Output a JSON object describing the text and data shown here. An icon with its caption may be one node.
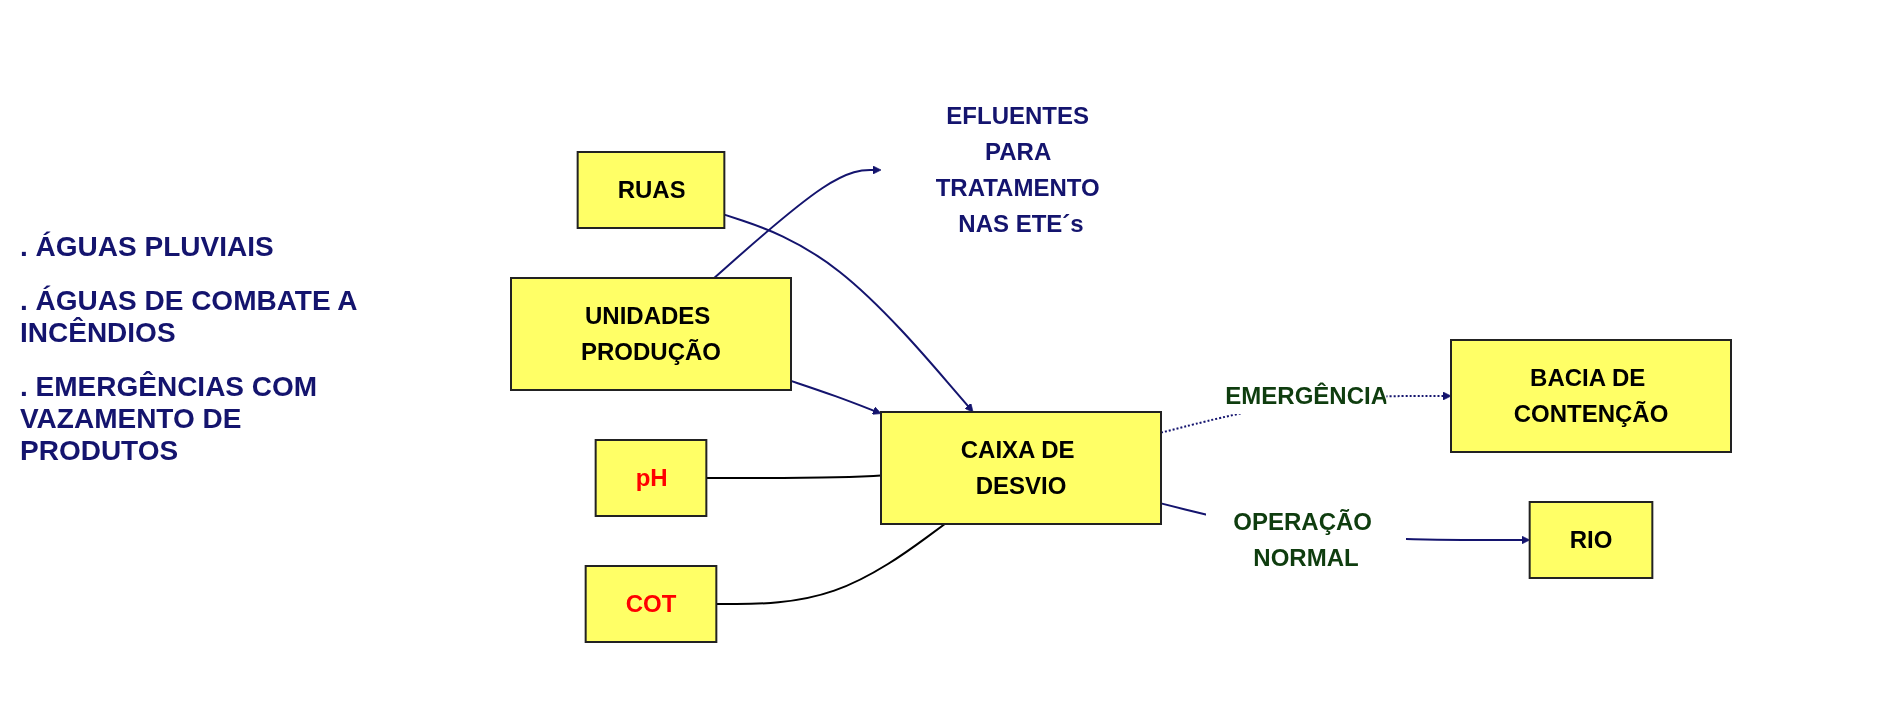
{
  "diagram": {
    "nodes": [
      {
        "text": [
          "RUAS"
        ]
      },
      {
        "text": [
          "UNIDADES PRODUÇÃO"
        ]
      },
      {
        "text": [
          "EFLUENTES PARA TRATAMENTO NAS ETE´s"
        ]
      },
      {
        "text": [
          "pH"
        ]
      },
      {
        "text": [
          "COT"
        ]
      },
      {
        "text": [
          "CAIXA DE DESVIO"
        ]
      },
      {
        "text": [
          "BACIA DE CONTENÇÃO"
        ]
      },
      {
        "text": [
          "RIO"
        ]
      }
    ],
    "edges": [
      {
        "from": 1,
        "to": 2,
        "arrow": "to"
      },
      {
        "from": 0,
        "to": 5,
        "arrow": "to"
      },
      {
        "from": 1,
        "to": 5,
        "arrow": "to"
      },
      {
        "from": 3,
        "to": 5,
        "arrow": "none",
        "color": "#000000"
      },
      {
        "from": 4,
        "to": 5,
        "arrow": "none",
        "color": "#000000"
      },
      {
        "from": 5,
        "to": 6,
        "arrow": "to",
        "label": "EMERGÊNCIA",
        "style": "dashed"
      },
      {
        "from": 5,
        "to": 7,
        "arrow": "to",
        "label": "OPERAÇÃO NORMAL"
      }
    ],
    "labels": [
      ". ÁGUAS PLUVIAIS",
      ". ÁGUAS DE COMBATE A INCÊNDIOS",
      ". EMERGÊNCIAS COM VAZAMENTO DE PRODUTOS"
    ]
  }
}
